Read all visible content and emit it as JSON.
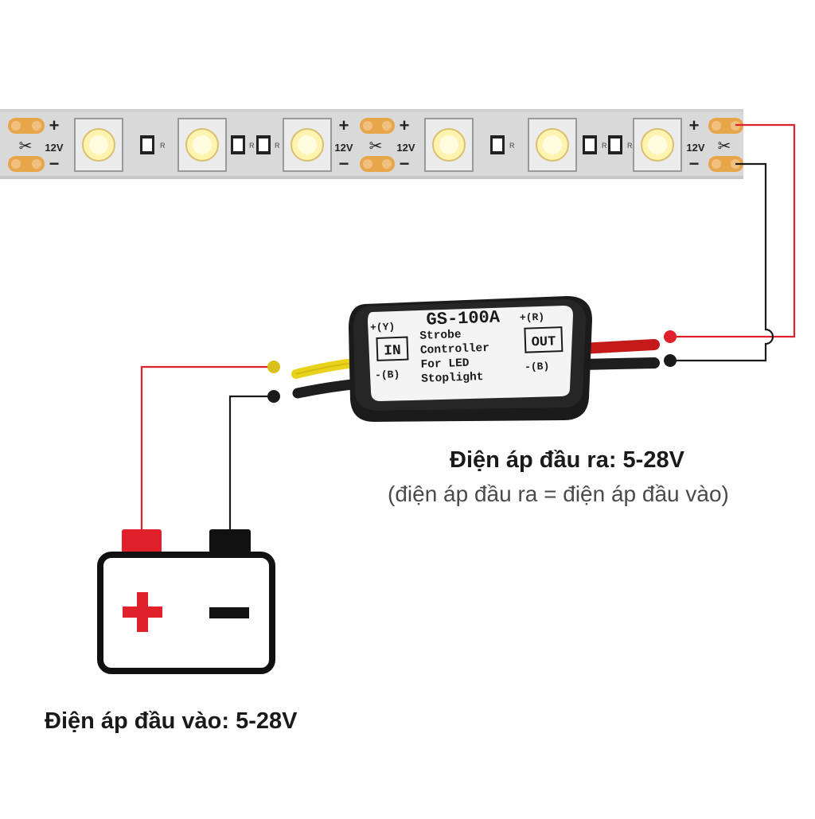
{
  "led_strip": {
    "plus_symbol": "+",
    "minus_symbol": "−",
    "voltage_label": "12V",
    "resistor_label": "R",
    "cut_icon": "scissors-icon"
  },
  "controller": {
    "model": "GS-100A",
    "line1": "Strobe",
    "line2": "Controller",
    "line3": "For LED",
    "line4": "Stoplight",
    "in_label": "IN",
    "out_label": "OUT",
    "in_plus": "+(Y)",
    "in_minus": "-(B)",
    "out_plus": "+(R)",
    "out_minus": "-(B)"
  },
  "battery": {
    "plus_symbol": "+",
    "minus_symbol": "−"
  },
  "labels": {
    "output_voltage": "Điện áp đầu ra: 5-28V",
    "output_note": "(điện áp đầu ra = điện áp đầu vào)",
    "input_voltage": "Điện áp đầu vào: 5-28V"
  },
  "colors": {
    "red_wire": "#e0202a",
    "black_wire": "#1a1a1a",
    "yellow_wire": "#e8d21a",
    "strip": "#d9d9d9",
    "copper_pad": "#e8a64a",
    "led_yellow": "#fff3b0"
  }
}
